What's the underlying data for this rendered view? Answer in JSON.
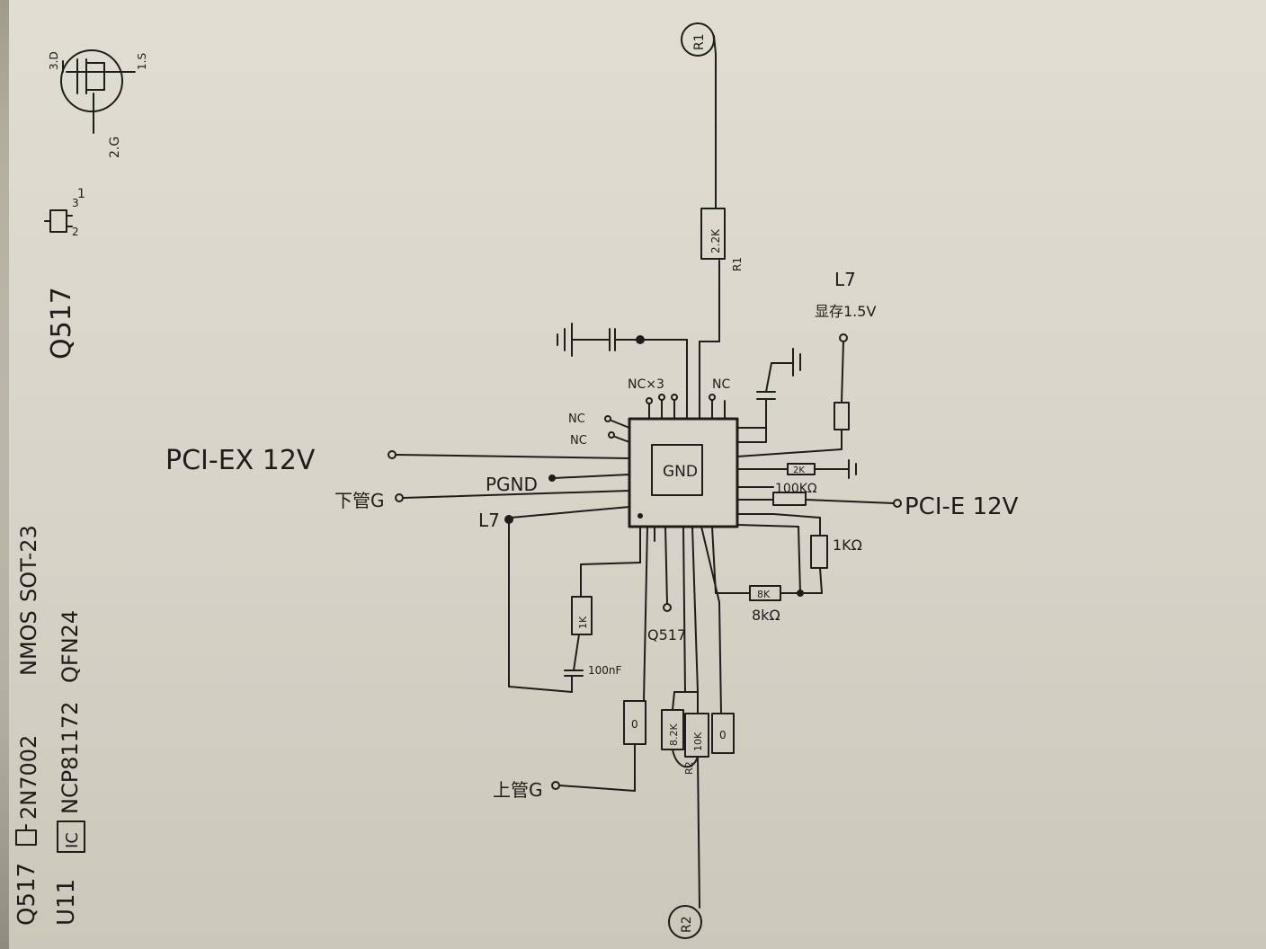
{
  "legend": {
    "q517_designator": "Q517",
    "u11_designator": "U11",
    "q517_part": "2N7002",
    "q517_type": "NMOS",
    "q517_package": "SOT-23",
    "u11_part": "NCP81172",
    "u11_package": "QFN24",
    "ic_icon_text": "IC",
    "q517_top_label": "Q517",
    "mosfet_pin_3d": "3.D",
    "mosfet_pin_1s": "1.S",
    "mosfet_pin_2g": "2.G",
    "sot_pin_2": "2",
    "sot_pin_3": "3",
    "sot_pin_1": "1"
  },
  "schematic": {
    "chip_gnd": "GND",
    "nc_x3": "NC×3",
    "nc_right": "NC",
    "nc_1": "NC",
    "nc_2": "NC",
    "pcie_left": "PCI-EX 12V",
    "pcie_right": "PCI-E 12V",
    "pgnd": "PGND",
    "low_gate": "下管G",
    "high_gate": "上管G",
    "l7_left": "L7",
    "l7_top": "L7",
    "voltage_label": "显存1.5V",
    "r1_value": "2.2K",
    "r1_ref": "R1",
    "r2_value": "8.2K",
    "r2_ref": "R2",
    "r_10k": "10K",
    "r_0_left": "0",
    "r_0_right": "0",
    "r_1k_lower": "1K",
    "cap_100nf": "100nF",
    "q517_lower": "Q517",
    "r_1k_right": "1KΩ",
    "r_8k_body": "8K",
    "r_8k_label": "8kΩ",
    "r_2k": "2K",
    "r_100k": "100KΩ",
    "r1_circle": "R1",
    "r2_circle": "R2"
  }
}
